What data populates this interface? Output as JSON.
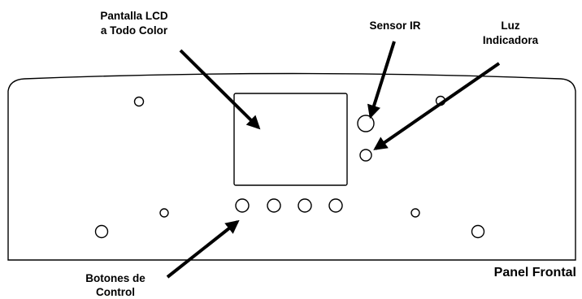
{
  "labels": {
    "lcd_line1": "Pantalla LCD",
    "lcd_line2": "a Todo Color",
    "ir_sensor": "Sensor IR",
    "indicator_line1": "Luz",
    "indicator_line2": "Indicadora",
    "buttons_line1": "Botones de",
    "buttons_line2": "Control",
    "panel": "Panel Frontal"
  },
  "colors": {
    "ink": "#000000",
    "background": "#ffffff"
  }
}
